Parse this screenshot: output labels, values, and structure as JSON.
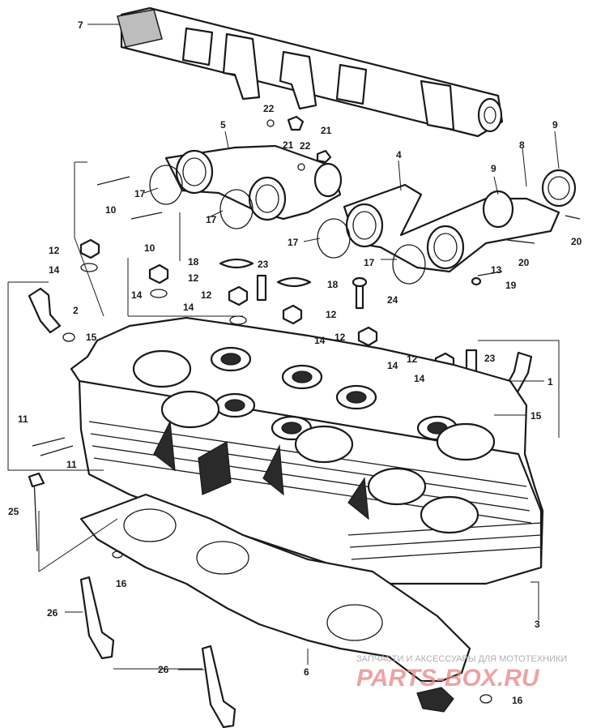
{
  "diagram": {
    "callouts": [
      {
        "id": "c7",
        "text": "7"
      },
      {
        "id": "c5",
        "text": "5"
      },
      {
        "id": "c22a",
        "text": "22"
      },
      {
        "id": "c21a",
        "text": "21"
      },
      {
        "id": "c22b",
        "text": "22"
      },
      {
        "id": "c21b",
        "text": "21"
      },
      {
        "id": "c9a",
        "text": "9"
      },
      {
        "id": "c8",
        "text": "8"
      },
      {
        "id": "c9b",
        "text": "9"
      },
      {
        "id": "c4",
        "text": "4"
      },
      {
        "id": "c17a",
        "text": "17"
      },
      {
        "id": "c17b",
        "text": "17"
      },
      {
        "id": "c17c",
        "text": "17"
      },
      {
        "id": "c17d",
        "text": "17"
      },
      {
        "id": "c10a",
        "text": "10"
      },
      {
        "id": "c10b",
        "text": "10"
      },
      {
        "id": "c20a",
        "text": "20"
      },
      {
        "id": "c20b",
        "text": "20"
      },
      {
        "id": "c12a",
        "text": "12"
      },
      {
        "id": "c14a",
        "text": "14"
      },
      {
        "id": "c18a",
        "text": "18"
      },
      {
        "id": "c23a",
        "text": "23"
      },
      {
        "id": "c12b",
        "text": "12"
      },
      {
        "id": "c13",
        "text": "13"
      },
      {
        "id": "c19",
        "text": "19"
      },
      {
        "id": "c14b",
        "text": "14"
      },
      {
        "id": "c12c",
        "text": "12"
      },
      {
        "id": "c18b",
        "text": "18"
      },
      {
        "id": "c24",
        "text": "24"
      },
      {
        "id": "c2",
        "text": "2"
      },
      {
        "id": "c14c",
        "text": "14"
      },
      {
        "id": "c12d",
        "text": "12"
      },
      {
        "id": "c15a",
        "text": "15"
      },
      {
        "id": "c14d",
        "text": "14"
      },
      {
        "id": "c12e",
        "text": "12"
      },
      {
        "id": "c14e",
        "text": "14"
      },
      {
        "id": "c12f",
        "text": "12"
      },
      {
        "id": "c23b",
        "text": "23"
      },
      {
        "id": "c14f",
        "text": "14"
      },
      {
        "id": "c1",
        "text": "1"
      },
      {
        "id": "c15b",
        "text": "15"
      },
      {
        "id": "c11a",
        "text": "11"
      },
      {
        "id": "c11b",
        "text": "11"
      },
      {
        "id": "c25",
        "text": "25"
      },
      {
        "id": "c16a",
        "text": "16"
      },
      {
        "id": "c3",
        "text": "3"
      },
      {
        "id": "c26a",
        "text": "26"
      },
      {
        "id": "c6",
        "text": "6"
      },
      {
        "id": "c26b",
        "text": "26"
      },
      {
        "id": "c16b",
        "text": "16"
      }
    ]
  },
  "watermark": {
    "subtitle": "ЗАПЧАСТИ И АКСЕССУАРЫ ДЛЯ МОТОТЕХНИКИ",
    "brand": "PARTS-BOX.RU"
  }
}
